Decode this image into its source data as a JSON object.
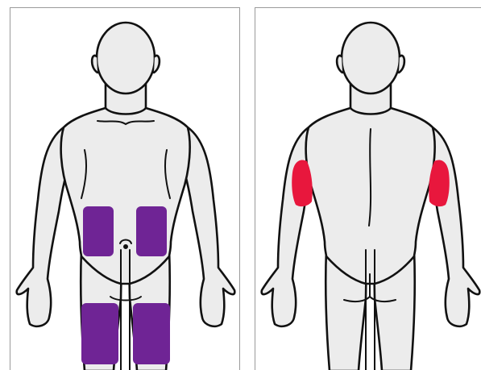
{
  "figure": {
    "views": [
      {
        "id": "front",
        "sites": [
          "abdomen-left",
          "abdomen-right",
          "thigh-left",
          "thigh-right"
        ]
      },
      {
        "id": "back",
        "sites": [
          "upper-arm-left",
          "upper-arm-right"
        ]
      }
    ]
  },
  "colors": {
    "panel_border": "#9a9a9a",
    "body_fill": "#ececec",
    "outline": "#111111",
    "front_site": "#6f2495",
    "back_site": "#e8173d"
  }
}
